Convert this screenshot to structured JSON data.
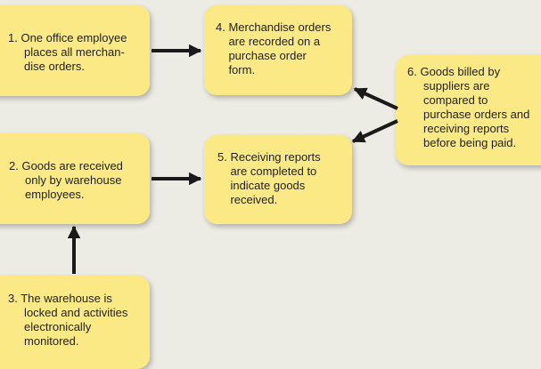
{
  "boxes": {
    "box1": "1. One office employee\n     places all merchan-\n     dise orders.",
    "box2": "2. Goods are received\n     only by warehouse\n     employees.",
    "box3": "3. The warehouse is\n     locked and activities\n     electronically\n     monitored.",
    "box4": "4. Merchandise orders\n    are recorded on a\n    purchase order\n    form.",
    "box5": "5. Receiving reports\n    are completed to\n    indicate goods\n    received.",
    "box6": "6. Goods billed by\n     suppliers are\n     compared to\n     purchase orders and\n     receiving reports\n     before being paid."
  },
  "colors": {
    "box_fill": "#fbe986",
    "arrow": "#1a1a1a",
    "background": "#ecebe4"
  }
}
